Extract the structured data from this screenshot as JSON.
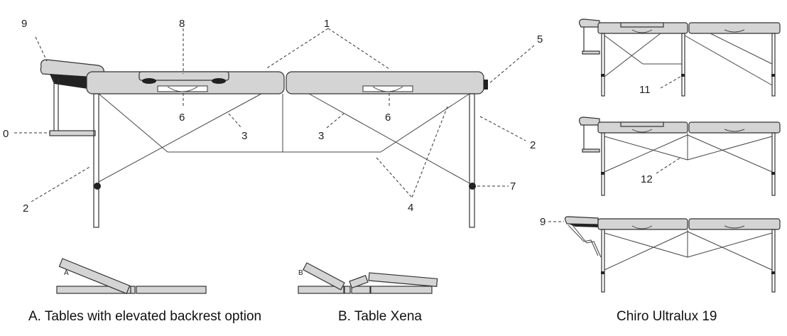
{
  "labels": {
    "n1": "1",
    "n2": "2",
    "n3": "3",
    "n4": "4",
    "n5": "5",
    "n6": "6",
    "n7": "7",
    "n8": "8",
    "n9": "9",
    "n0": "0",
    "n11": "11",
    "n12": "12",
    "inset_a": "A",
    "inset_b": "B"
  },
  "captions": {
    "a": "A. Tables with elevated backrest option",
    "b": "B. Table Xena",
    "c": "Chiro Ultralux 19"
  }
}
